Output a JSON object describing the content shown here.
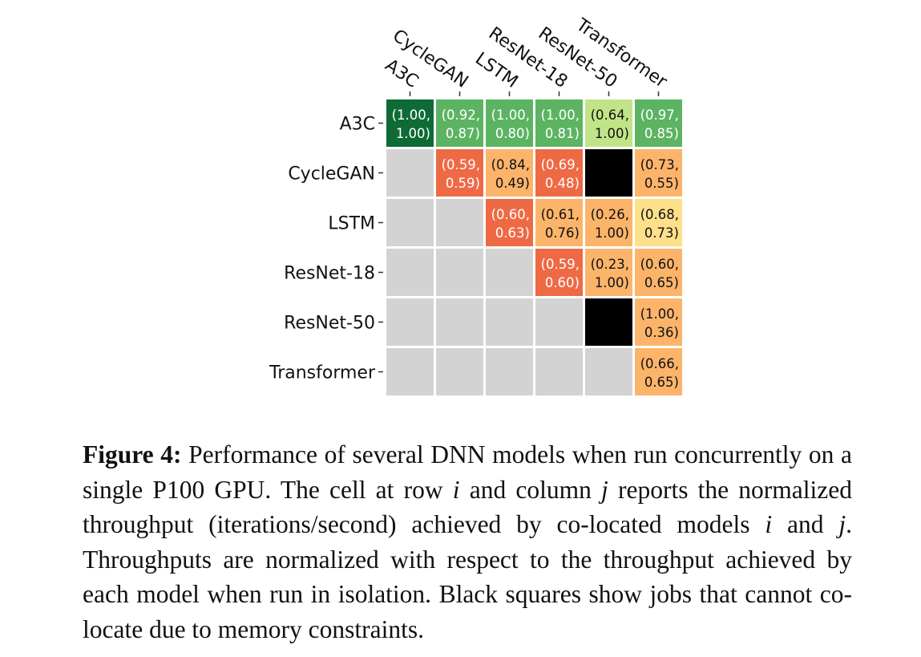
{
  "chart_data": {
    "type": "heatmap",
    "rows": [
      "A3C",
      "CycleGAN",
      "LSTM",
      "ResNet-18",
      "ResNet-50",
      "Transformer"
    ],
    "columns": [
      "A3C",
      "CycleGAN",
      "LSTM",
      "ResNet-18",
      "ResNet-50",
      "Transformer"
    ],
    "cells": [
      [
        {
          "values": [
            1.0,
            1.0
          ],
          "text": [
            "(1.00,",
            "1.00)"
          ],
          "color": "#0f6b35"
        },
        {
          "values": [
            0.92,
            0.87
          ],
          "text": [
            "(0.92,",
            "0.87)"
          ],
          "color": "#5cb463"
        },
        {
          "values": [
            1.0,
            0.8
          ],
          "text": [
            "(1.00,",
            "0.80)"
          ],
          "color": "#5cb463"
        },
        {
          "values": [
            1.0,
            0.81
          ],
          "text": [
            "(1.00,",
            "0.81)"
          ],
          "color": "#5cb463"
        },
        {
          "values": [
            0.64,
            1.0
          ],
          "text": [
            "(0.64,",
            "1.00)"
          ],
          "color": "#c2e489"
        },
        {
          "values": [
            0.97,
            0.85
          ],
          "text": [
            "(0.97,",
            "0.85)"
          ],
          "color": "#5cb463"
        }
      ],
      [
        null,
        {
          "values": [
            0.59,
            0.59
          ],
          "text": [
            "(0.59,",
            "0.59)"
          ],
          "color": "#ee6a45"
        },
        {
          "values": [
            0.84,
            0.49
          ],
          "text": [
            "(0.84,",
            "0.49)"
          ],
          "color": "#fbb46a"
        },
        {
          "values": [
            0.69,
            0.48
          ],
          "text": [
            "(0.69,",
            "0.48)"
          ],
          "color": "#ee6a45"
        },
        {
          "blocked": true,
          "color": "#000000"
        },
        {
          "values": [
            0.73,
            0.55
          ],
          "text": [
            "(0.73,",
            "0.55)"
          ],
          "color": "#fbb46a"
        }
      ],
      [
        null,
        null,
        {
          "values": [
            0.6,
            0.63
          ],
          "text": [
            "(0.60,",
            "0.63)"
          ],
          "color": "#ee6a45"
        },
        {
          "values": [
            0.61,
            0.76
          ],
          "text": [
            "(0.61,",
            "0.76)"
          ],
          "color": "#fbb46a"
        },
        {
          "values": [
            0.26,
            1.0
          ],
          "text": [
            "(0.26,",
            "1.00)"
          ],
          "color": "#fbb46a"
        },
        {
          "values": [
            0.68,
            0.73
          ],
          "text": [
            "(0.68,",
            "0.73)"
          ],
          "color": "#fee08b"
        }
      ],
      [
        null,
        null,
        null,
        {
          "values": [
            0.59,
            0.6
          ],
          "text": [
            "(0.59,",
            "0.60)"
          ],
          "color": "#ee6a45"
        },
        {
          "values": [
            0.23,
            1.0
          ],
          "text": [
            "(0.23,",
            "1.00)"
          ],
          "color": "#fbb46a"
        },
        {
          "values": [
            0.6,
            0.65
          ],
          "text": [
            "(0.60,",
            "0.65)"
          ],
          "color": "#fbb46a"
        }
      ],
      [
        null,
        null,
        null,
        null,
        {
          "blocked": true,
          "color": "#000000"
        },
        {
          "values": [
            1.0,
            0.36
          ],
          "text": [
            "(1.00,",
            "0.36)"
          ],
          "color": "#fbb46a"
        }
      ],
      [
        null,
        null,
        null,
        null,
        null,
        {
          "values": [
            0.66,
            0.65
          ],
          "text": [
            "(0.66,",
            "0.65)"
          ],
          "color": "#fbb46a"
        }
      ]
    ],
    "empty_color": "#d3d3d3",
    "dark_text_color": "#111111",
    "light_text_color": "#ffffff"
  },
  "caption": {
    "label": "Figure 4:",
    "parts": [
      " Performance of several DNN models when run concurrently on a single P100 GPU. The cell at row ",
      "i",
      " and column ",
      "j",
      " reports the normalized throughput (iterations/second) achieved by co-located models ",
      "i",
      " and ",
      "j",
      ". Throughputs are normalized with respect to the throughput achieved by each model when run in isolation. Black squares show jobs that cannot co-locate due to memory constraints."
    ]
  }
}
